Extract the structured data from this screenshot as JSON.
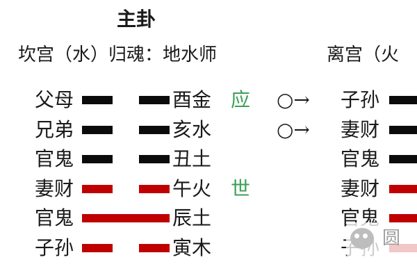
{
  "title": "主卦",
  "left_heading": "坎宫（水）归魂：地水师",
  "right_heading": "离宫（火",
  "colors": {
    "yin_black": "#0b0b0b",
    "yang_red": "#c00000",
    "shi_ying_green": "#3aa055"
  },
  "left_lines": [
    {
      "kin": "父母",
      "line": "yin",
      "color": "black",
      "branch": "酉金",
      "mark": "应",
      "arrow": "○→"
    },
    {
      "kin": "兄弟",
      "line": "yin",
      "color": "black",
      "branch": "亥水",
      "mark": "",
      "arrow": "○→"
    },
    {
      "kin": "官鬼",
      "line": "yin",
      "color": "black",
      "branch": "丑土",
      "mark": "",
      "arrow": ""
    },
    {
      "kin": "妻财",
      "line": "yin",
      "color": "red",
      "branch": "午火",
      "mark": "世",
      "arrow": ""
    },
    {
      "kin": "官鬼",
      "line": "yang",
      "color": "red",
      "branch": "辰土",
      "mark": "",
      "arrow": ""
    },
    {
      "kin": "子孙",
      "line": "yin",
      "color": "red",
      "branch": "寅木",
      "mark": "",
      "arrow": ""
    }
  ],
  "right_lines": [
    {
      "kin": "子孙",
      "color": "black"
    },
    {
      "kin": "妻财",
      "color": "black"
    },
    {
      "kin": "官鬼",
      "color": "black"
    },
    {
      "kin": "妻财",
      "color": "red"
    },
    {
      "kin": "官鬼",
      "color": "red"
    },
    {
      "kin": "子孙",
      "color": "red"
    }
  ],
  "watermark": {
    "text": "圆",
    "icon": "wechat-icon"
  }
}
